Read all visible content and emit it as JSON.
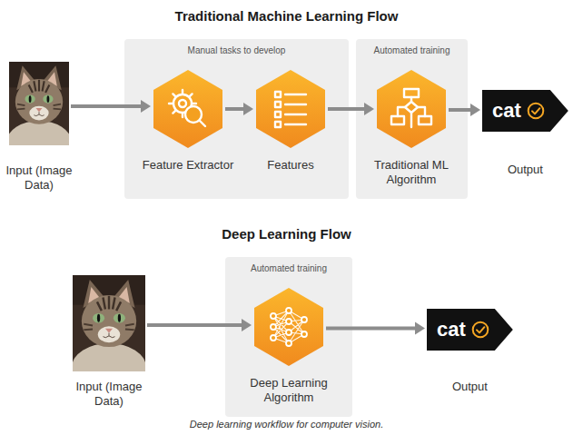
{
  "diagram": {
    "title": "Traditional Machine Learning Flow",
    "caption": "Deep learning workflow for computer vision.",
    "nodes": [
      {
        "text": [
          "Input (Image Data)"
        ]
      },
      {
        "text": [
          "Manual tasks to develop"
        ]
      },
      {
        "text": [
          "Feature Extractor"
        ],
        "in": 1
      },
      {
        "text": [
          "Features"
        ],
        "in": 1
      },
      {
        "text": [
          "Automated training"
        ]
      },
      {
        "text": [
          "Traditional ML Algorithm"
        ],
        "in": 4
      },
      {
        "text": [
          "cat",
          "Output"
        ]
      },
      {
        "text": [
          "Input (Image Data)"
        ]
      },
      {
        "text": [
          "Automated training"
        ]
      },
      {
        "text": [
          "Deep Learning Algorithm"
        ],
        "in": 8
      },
      {
        "text": [
          "cat",
          "Output"
        ]
      }
    ],
    "edges": [
      {
        "from": 0,
        "to": 2,
        "arrow": "to"
      },
      {
        "from": 2,
        "to": 3,
        "arrow": "to"
      },
      {
        "from": 3,
        "to": 5,
        "arrow": "to"
      },
      {
        "from": 5,
        "to": 6,
        "arrow": "to"
      },
      {
        "from": 7,
        "to": 9,
        "arrow": "to"
      },
      {
        "from": 9,
        "to": 10,
        "arrow": "to"
      }
    ],
    "labels": [
      "Deep Learning Flow"
    ]
  }
}
